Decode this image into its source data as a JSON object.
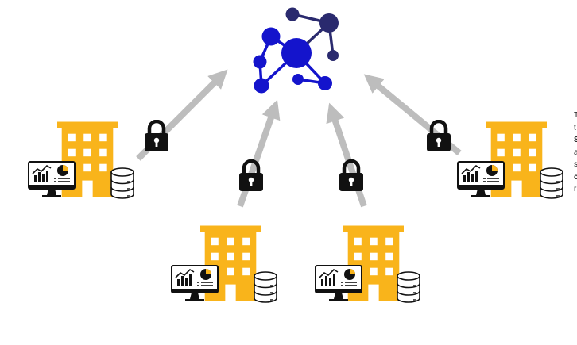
{
  "colors": {
    "building": "#F9B41B",
    "window": "#FFFFFF",
    "arrow": "#BDBDBD",
    "lock": "#111111",
    "network_main": "#1414CC",
    "network_dark": "#2A2A6E"
  },
  "icons": {
    "network": "network-icon",
    "lock": "padlock-icon",
    "building": "office-building-icon",
    "monitor": "dashboard-monitor-icon",
    "database": "database-icon"
  },
  "clipped_text": {
    "line1": "T",
    "line2": "t",
    "line3": "S",
    "line4": "a",
    "line5": "s",
    "line6": "c",
    "line7": "r"
  }
}
